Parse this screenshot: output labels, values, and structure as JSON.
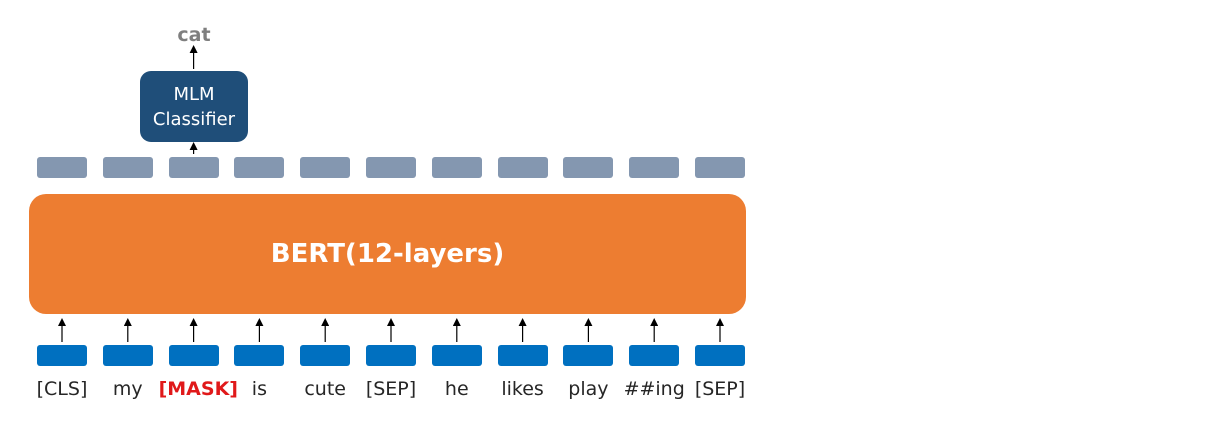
{
  "diagram": {
    "output_word": "cat",
    "classifier_label_line1": "MLM",
    "classifier_label_line2": "Classifier",
    "encoder_label": "BERT(12-layers)",
    "tokens": [
      "[CLS]",
      "my",
      "[MASK]",
      "is",
      "cute",
      "[SEP]",
      "he",
      "likes",
      "play",
      "##ing",
      "[SEP]"
    ],
    "masked_token_index": 2,
    "colors": {
      "output_text": "#7f7f7f",
      "classifier_box": "#1f4e79",
      "hidden_token": "#8497b0",
      "encoder_block": "#ed7d31",
      "input_token": "#0070c0",
      "token_text": "#262626",
      "masked_text": "#e0191a"
    }
  }
}
